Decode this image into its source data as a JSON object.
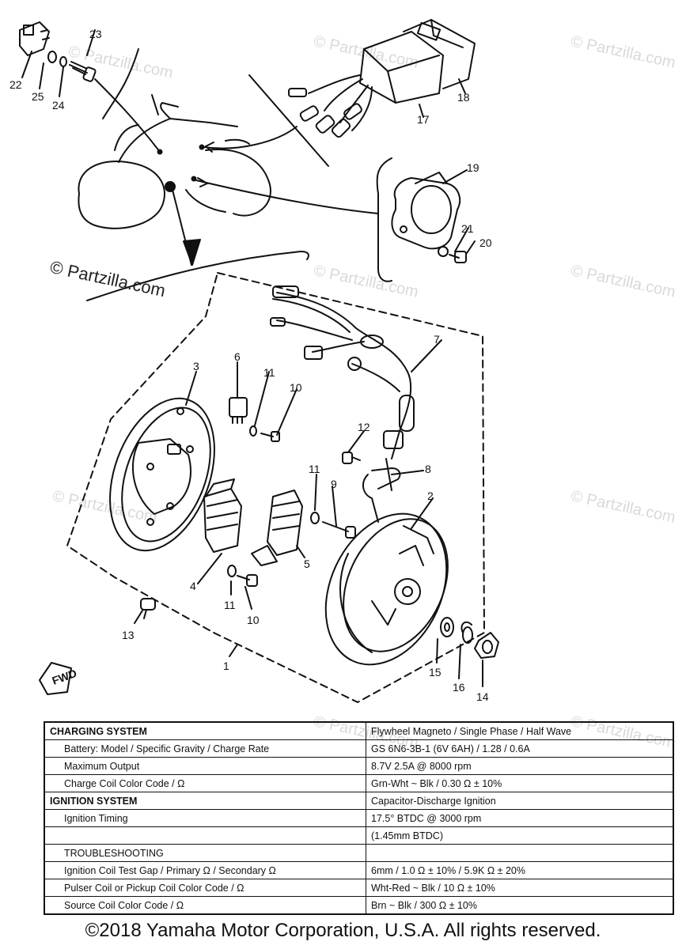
{
  "watermarks": [
    "© Partzilla.com",
    "© Partzilla.com",
    "© Partzilla.com",
    "© Partzilla.com",
    "© Partzilla.com",
    "© Partzilla.com",
    "© Partzilla.com",
    "© Partzilla.com",
    "© Partzilla.com"
  ],
  "watermark_main": "© Partzilla.com",
  "callouts": {
    "n1": "1",
    "n2": "2",
    "n3": "3",
    "n4": "4",
    "n5": "5",
    "n6": "6",
    "n7": "7",
    "n8": "8",
    "n9": "9",
    "n10a": "10",
    "n10b": "10",
    "n11a": "11",
    "n11b": "11",
    "n11c": "11",
    "n12": "12",
    "n13": "13",
    "n14": "14",
    "n15": "15",
    "n16": "16",
    "n17": "17",
    "n18": "18",
    "n19": "19",
    "n20": "20",
    "n21": "21",
    "n22": "22",
    "n23": "23",
    "n24": "24",
    "n25": "25"
  },
  "fwd_label": "FWD",
  "specs": [
    {
      "label": "CHARGING SYSTEM",
      "value": "Flywheel Magneto / Single Phase / Half Wave",
      "header": true
    },
    {
      "label": "Battery: Model / Specific Gravity / Charge Rate",
      "value": "GS 6N6-3B-1 (6V 6AH) / 1.28 / 0.6A",
      "header": false
    },
    {
      "label": "Maximum Output",
      "value": "8.7V 2.5A @ 8000 rpm",
      "header": false
    },
    {
      "label": "Charge Coil Color Code / Ω",
      "value": "Grn-Wht ~ Blk / 0.30 Ω ± 10%",
      "header": false
    },
    {
      "label": "IGNITION SYSTEM",
      "value": "Capacitor-Discharge Ignition",
      "header": true
    },
    {
      "label": "Ignition Timing",
      "value": "17.5° BTDC @ 3000 rpm",
      "header": false
    },
    {
      "label": "",
      "value": "(1.45mm BTDC)",
      "header": false
    },
    {
      "label": "TROUBLESHOOTING",
      "value": "",
      "header": false
    },
    {
      "label": "Ignition Coil Test Gap / Primary Ω / Secondary Ω",
      "value": "6mm / 1.0 Ω ± 10% / 5.9K Ω ± 20%",
      "header": false
    },
    {
      "label": "Pulser Coil or Pickup Coil Color Code / Ω",
      "value": "Wht-Red ~ Blk / 10 Ω ± 10%",
      "header": false
    },
    {
      "label": "Source Coil Color Code / Ω",
      "value": "Brn ~ Blk / 300 Ω ± 10%",
      "header": false
    }
  ],
  "footer": "©2018 Yamaha Motor Corporation, U.S.A. All rights reserved."
}
